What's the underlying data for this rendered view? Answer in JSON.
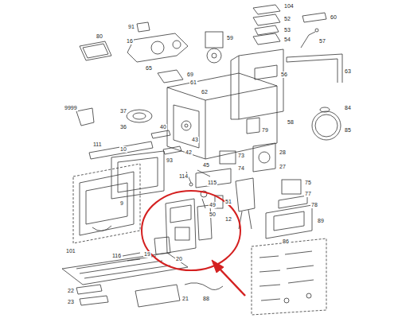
{
  "diagram": {
    "labels": [
      "91",
      "104",
      "52",
      "53",
      "54",
      "57",
      "80",
      "65",
      "16",
      "59",
      "63",
      "69",
      "61",
      "62",
      "56",
      "9999",
      "37",
      "36",
      "58",
      "84",
      "85",
      "111",
      "40",
      "43",
      "42",
      "93",
      "79",
      "28",
      "27",
      "73",
      "74",
      "10",
      "9",
      "45",
      "114",
      "115",
      "75",
      "77",
      "78",
      "49",
      "50",
      "51",
      "12",
      "89",
      "101",
      "116",
      "19",
      "20",
      "22",
      "23",
      "21",
      "88",
      "86",
      "60"
    ]
  }
}
